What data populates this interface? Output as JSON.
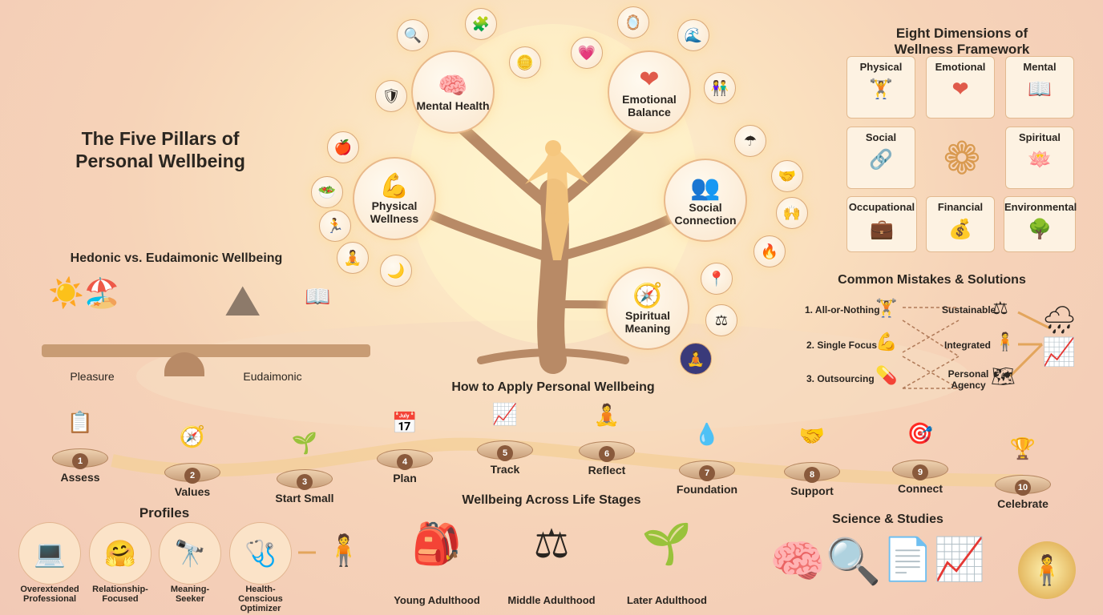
{
  "main_title": [
    "The Five Pillars of",
    "Personal Wellbeing"
  ],
  "pillars": [
    {
      "label": "Mental Health",
      "icon": "brain-icon",
      "glyph": "🧠"
    },
    {
      "label": "Emotional Balance",
      "icon": "heart-icon",
      "glyph": "❤"
    },
    {
      "label": "Physical Wellness",
      "icon": "body-icon",
      "glyph": "💪"
    },
    {
      "label": "Social Connection",
      "icon": "people-icon",
      "glyph": "👥"
    },
    {
      "label": "Spiritual Meaning",
      "icon": "compass-icon",
      "glyph": "🧭"
    }
  ],
  "eight_dimensions": {
    "title": [
      "Eight Dimensions of",
      "Wellness Framework"
    ],
    "items": [
      {
        "label": "Physical",
        "glyph": "🏋"
      },
      {
        "label": "Emotional",
        "glyph": "❤"
      },
      {
        "label": "Mental",
        "glyph": "📖"
      },
      {
        "label": "Social",
        "glyph": "🔗"
      },
      {
        "label": "Spiritual",
        "glyph": "🪷"
      },
      {
        "label": "Occupational",
        "glyph": "💼"
      },
      {
        "label": "Financial",
        "glyph": "💰"
      },
      {
        "label": "Environmental",
        "glyph": "🌳"
      }
    ]
  },
  "hedonic": {
    "title": "Hedonic vs. Eudaimonic Wellbeing",
    "left": "Pleasure",
    "right": "Eudaimonic"
  },
  "mistakes": {
    "title": "Common Mistakes & Solutions",
    "problems": [
      "1. All-or-Nothing",
      "2. Single Focus",
      "3. Outsourcing"
    ],
    "solutions": [
      "Sustainable",
      "Integrated",
      "Personal Agency"
    ]
  },
  "apply": {
    "title": "How to Apply Personal Wellbeing",
    "steps": [
      {
        "n": "1",
        "label": "Assess",
        "glyph": "📋"
      },
      {
        "n": "2",
        "label": "Values",
        "glyph": "🧭"
      },
      {
        "n": "3",
        "label": "Start Small",
        "glyph": "🌱"
      },
      {
        "n": "4",
        "label": "Plan",
        "glyph": "📅"
      },
      {
        "n": "5",
        "label": "Track",
        "glyph": "📈"
      },
      {
        "n": "6",
        "label": "Reflect",
        "glyph": "🧘"
      },
      {
        "n": "7",
        "label": "Foundation",
        "glyph": "💧"
      },
      {
        "n": "8",
        "label": "Support",
        "glyph": "🤝"
      },
      {
        "n": "9",
        "label": "Connect",
        "glyph": "🎯"
      },
      {
        "n": "10",
        "label": "Celebrate",
        "glyph": "🏆"
      }
    ]
  },
  "profiles": {
    "title": "Profiles",
    "items": [
      {
        "label": "Overextended Professional",
        "glyph": "💻"
      },
      {
        "label": "Relationship-Focused",
        "glyph": "🤗"
      },
      {
        "label": "Meaning-Seeker",
        "glyph": "🔭"
      },
      {
        "label": "Health-Censcious Optimizer",
        "glyph": "🩺"
      }
    ]
  },
  "life_stages": {
    "title": "Wellbeing Across Life Stages",
    "items": [
      {
        "label": "Young Adulthood",
        "glyph": "🎒"
      },
      {
        "label": "Middle Adulthood",
        "glyph": "⚖"
      },
      {
        "label": "Later Adulthood",
        "glyph": "🌱"
      }
    ]
  },
  "science": {
    "title": "Science & Studies"
  }
}
